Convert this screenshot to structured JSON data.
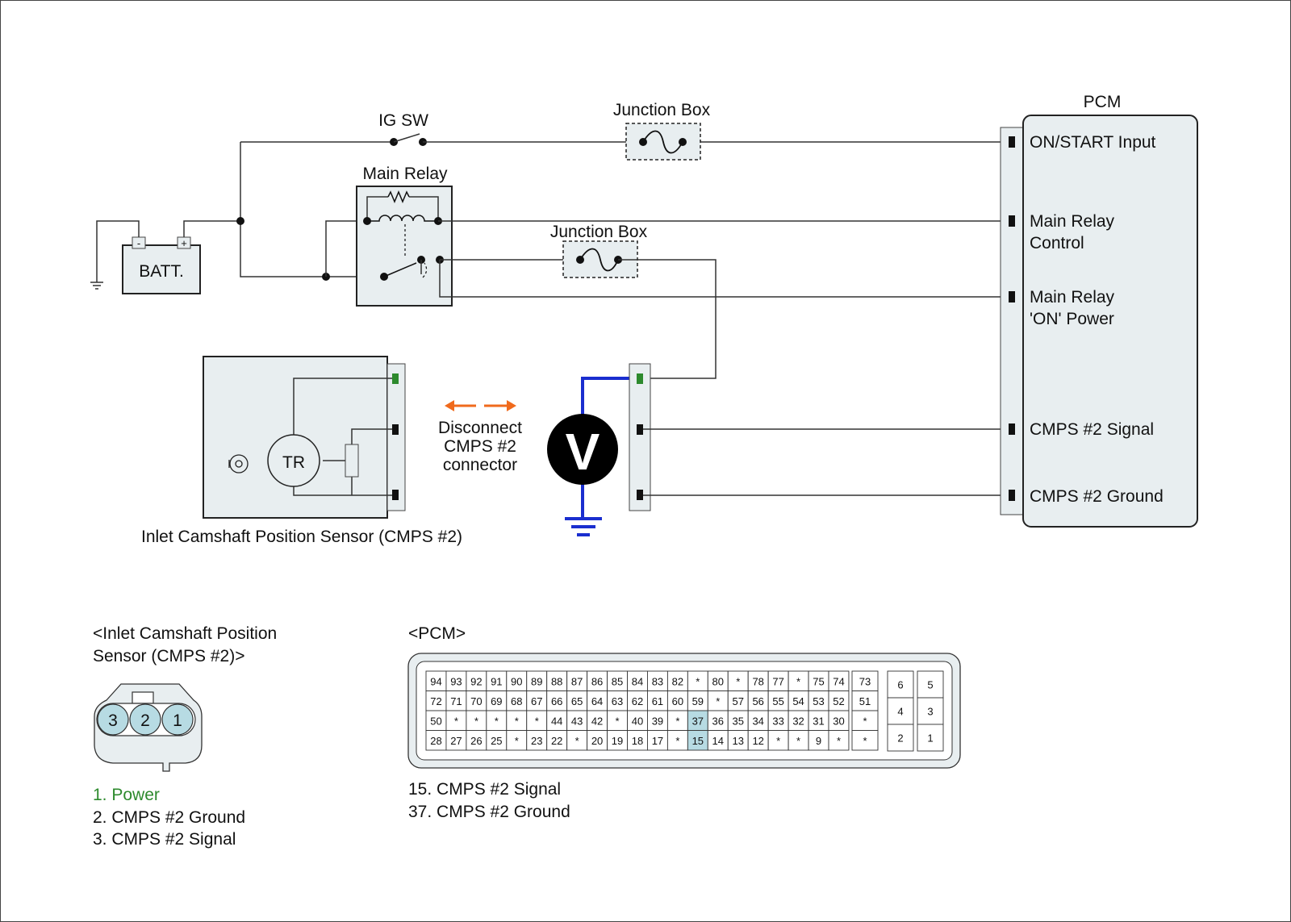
{
  "diagram": {
    "batt_label": "BATT.",
    "batt_minus": "-",
    "batt_plus": "+",
    "ig_sw_label": "IG SW",
    "junction_box_1": "Junction Box",
    "junction_box_2": "Junction Box",
    "main_relay_label": "Main Relay",
    "pcm_label": "PCM",
    "pcm_pins": [
      {
        "line1": "ON/START Input",
        "line2": ""
      },
      {
        "line1": "Main Relay",
        "line2": "Control"
      },
      {
        "line1": "Main Relay",
        "line2": "'ON' Power"
      },
      {
        "line1": "CMPS #2 Signal",
        "line2": ""
      },
      {
        "line1": "CMPS #2 Ground",
        "line2": ""
      }
    ],
    "sensor_tr": "TR",
    "sensor_label": "Inlet Camshaft Position Sensor (CMPS #2)",
    "disconnect_lines": [
      "Disconnect",
      "CMPS #2",
      "connector"
    ],
    "voltmeter": "V",
    "colors": {
      "blue_wire": "#1a2ecf",
      "orange_arrow": "#f06a1c",
      "green_pin": "#2d8a2d",
      "highlight": "#b7dbe3"
    }
  },
  "sensor_connector": {
    "title_line1": "<Inlet Camshaft Position",
    "title_line2": "Sensor (CMPS #2)>",
    "pins": [
      "3",
      "2",
      "1"
    ],
    "legend": [
      {
        "text": "1. Power",
        "color": "#2d8a2d"
      },
      {
        "text": "2. CMPS #2 Ground",
        "color": "#111111"
      },
      {
        "text": "3. CMPS #2 Signal",
        "color": "#111111"
      }
    ]
  },
  "pcm_connector": {
    "title": "<PCM>",
    "rows": [
      [
        "94",
        "93",
        "92",
        "91",
        "90",
        "89",
        "88",
        "87",
        "86",
        "85",
        "84",
        "83",
        "82",
        "*",
        "80",
        "*",
        "78",
        "77",
        "*",
        "75",
        "74"
      ],
      [
        "72",
        "71",
        "70",
        "69",
        "68",
        "67",
        "66",
        "65",
        "64",
        "63",
        "62",
        "61",
        "60",
        "59",
        "*",
        "57",
        "56",
        "55",
        "54",
        "53",
        "52"
      ],
      [
        "50",
        "*",
        "*",
        "*",
        "*",
        "*",
        "44",
        "43",
        "42",
        "*",
        "40",
        "39",
        "*",
        "37",
        "36",
        "35",
        "34",
        "33",
        "32",
        "31",
        "30"
      ],
      [
        "28",
        "27",
        "26",
        "25",
        "*",
        "23",
        "22",
        "*",
        "20",
        "19",
        "18",
        "17",
        "*",
        "15",
        "14",
        "13",
        "12",
        "*",
        "*",
        "9",
        "*"
      ]
    ],
    "col_mid": [
      "73",
      "51",
      "*",
      "*"
    ],
    "small_left": [
      "6",
      "4",
      "2"
    ],
    "small_right": [
      "5",
      "3",
      "1"
    ],
    "highlighted": [
      "37",
      "15"
    ],
    "legend": [
      "15. CMPS #2 Signal",
      "37. CMPS #2 Ground"
    ]
  }
}
